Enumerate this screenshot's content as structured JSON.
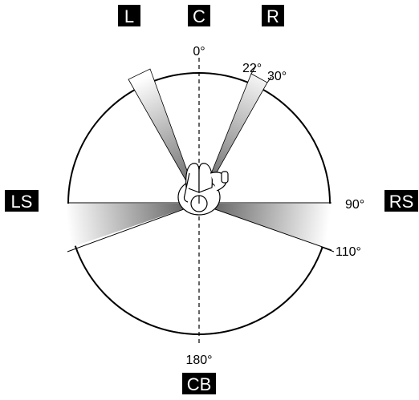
{
  "colors": {
    "label_background": "#000000",
    "label_text": "#ffffff",
    "line": "#000000",
    "wedge_dark": "#555555",
    "wedge_light": "#ffffff"
  },
  "speakers": {
    "left": "L",
    "center": "C",
    "right": "R",
    "left_surround": "LS",
    "right_surround": "RS",
    "center_back": "CB"
  },
  "angles": {
    "front": "0°",
    "right_inner": "22°",
    "right_outer": "30°",
    "side": "90°",
    "surround": "110°",
    "back": "180°"
  },
  "icons": {
    "listener": "listener-icon"
  }
}
